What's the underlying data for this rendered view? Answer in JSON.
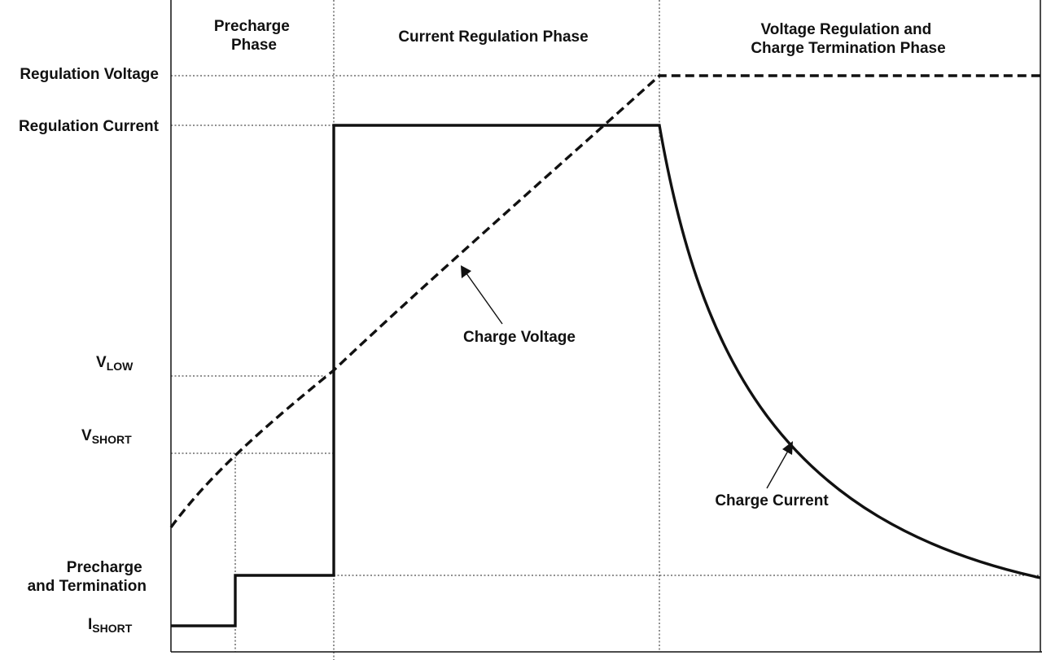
{
  "phases": {
    "precharge": "Precharge\nPhase",
    "current_regulation": "Current Regulation Phase",
    "voltage_regulation": "Voltage Regulation and\nCharge Termination Phase"
  },
  "levels": {
    "regulation_voltage": "Regulation Voltage",
    "regulation_current": "Regulation Current",
    "v_low_main": "V",
    "v_low_sub": "LOW",
    "v_short_main": "V",
    "v_short_sub": "SHORT",
    "precharge_termination": "Precharge\nand Termination",
    "i_short_main": "I",
    "i_short_sub": "SHORT"
  },
  "annotations": {
    "charge_voltage": "Charge Voltage",
    "charge_current": "Charge Current"
  },
  "chart_data": {
    "type": "diagram",
    "curves": [
      {
        "name": "Charge Voltage",
        "style": "dashed"
      },
      {
        "name": "Charge Current",
        "style": "solid"
      }
    ]
  }
}
